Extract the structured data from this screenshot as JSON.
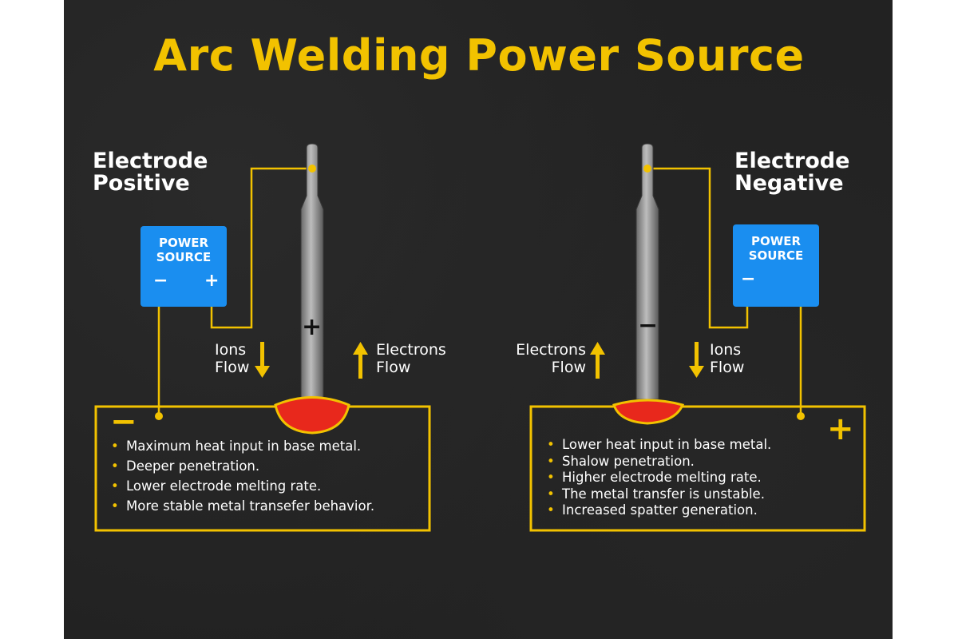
{
  "title": "Arc Welding Power Source",
  "colors": {
    "accent": "#f2c200",
    "power_source_box": "#1a8ef0",
    "weld_pool": "#e8281c",
    "background": "#222222"
  },
  "left": {
    "heading_line1": "Electrode",
    "heading_line2": "Positive",
    "power_source_line1": "POWER",
    "power_source_line2": "SOURCE",
    "terminal_negative": "−",
    "terminal_positive": "+",
    "electrode_sign": "+",
    "ions_flow_line1": "Ions",
    "ions_flow_line2": "Flow",
    "electrons_flow_line1": "Electrons",
    "electrons_flow_line2": "Flow",
    "base_metal_sign": "−",
    "effects": [
      "Maximum heat input in base metal.",
      "Deeper penetration.",
      "Lower electrode melting rate.",
      "More stable metal transefer behavior."
    ]
  },
  "right": {
    "heading_line1": "Electrode",
    "heading_line2": "Negative",
    "power_source_line1": "POWER",
    "power_source_line2": "SOURCE",
    "terminal_negative": "−",
    "electrode_sign": "−",
    "electrons_flow_line1": "Electrons",
    "electrons_flow_line2": "Flow",
    "ions_flow_line1": "Ions",
    "ions_flow_line2": "Flow",
    "base_metal_sign": "+",
    "effects": [
      "Lower heat input in base metal.",
      "Shalow penetration.",
      "Higher electrode melting rate.",
      "The metal transfer is unstable.",
      "Increased spatter generation."
    ]
  }
}
